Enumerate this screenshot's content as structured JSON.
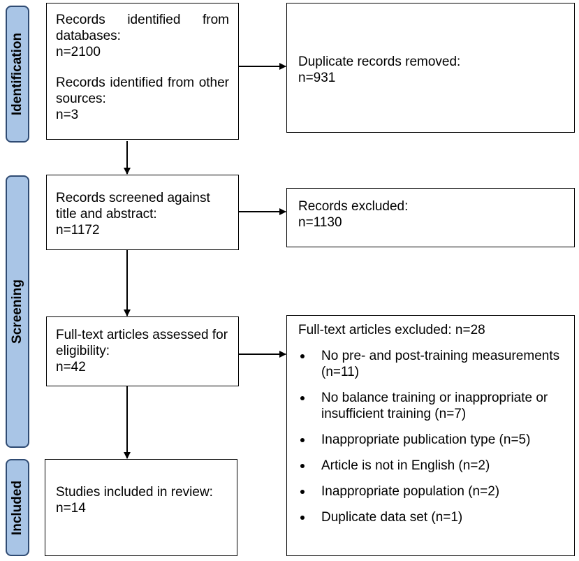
{
  "phases": {
    "identification": "Identification",
    "screening": "Screening",
    "included": "Included"
  },
  "identification": {
    "databases": {
      "label": "Records identified from databases:",
      "count": "n=2100"
    },
    "other": {
      "label": "Records identified from other sources:",
      "count": "n=3"
    },
    "duplicates": {
      "label": "Duplicate records removed:",
      "count": "n=931"
    }
  },
  "screening": {
    "screened": {
      "label": "Records screened against title and abstract:",
      "count": "n=1172"
    },
    "excluded": {
      "label": "Records excluded:",
      "count": "n=1130"
    },
    "fulltext": {
      "label": "Full-text articles assessed for eligibility:",
      "count": "n=42"
    },
    "fulltext_excluded": {
      "title": "Full-text articles excluded: n=28",
      "reasons": [
        "No pre- and post-training measurements (n=11)",
        "No balance training or inappropriate or insufficient training (n=7)",
        "Inappropriate publication type (n=5)",
        "Article is not in English (n=2)",
        "Inappropriate population (n=2)",
        "Duplicate data set (n=1)"
      ]
    }
  },
  "included": {
    "studies": {
      "label": "Studies included in review:",
      "count": "n=14"
    }
  }
}
